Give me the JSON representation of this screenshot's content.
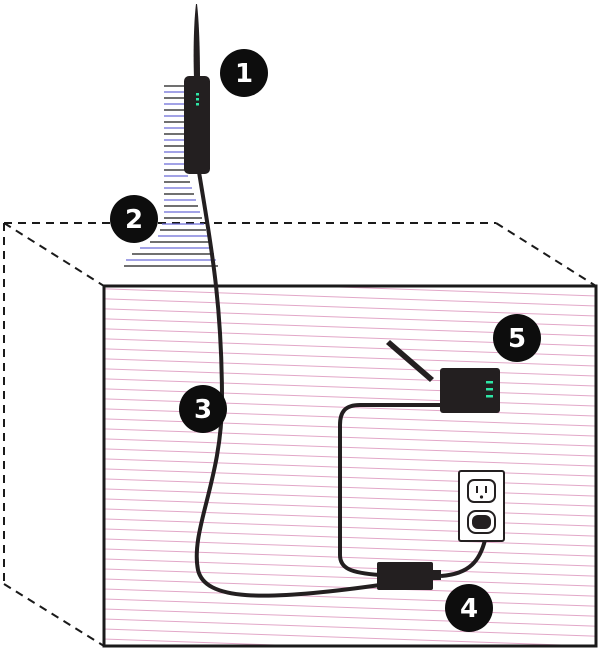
{
  "colors": {
    "ink": "#1a1a1a",
    "device": "#231f20",
    "led": "#2ee6a6",
    "wall_hatch": "#d98ab5",
    "mast_hatch": "#6b6bd6",
    "outlet_face": "#ffffff"
  },
  "callouts": [
    {
      "number": "1",
      "icon": "outdoor-antenna-icon"
    },
    {
      "number": "2",
      "icon": "roof-mount-icon"
    },
    {
      "number": "3",
      "icon": "cable-icon"
    },
    {
      "number": "4",
      "icon": "power-adapter-icon"
    },
    {
      "number": "5",
      "icon": "router-icon"
    }
  ]
}
